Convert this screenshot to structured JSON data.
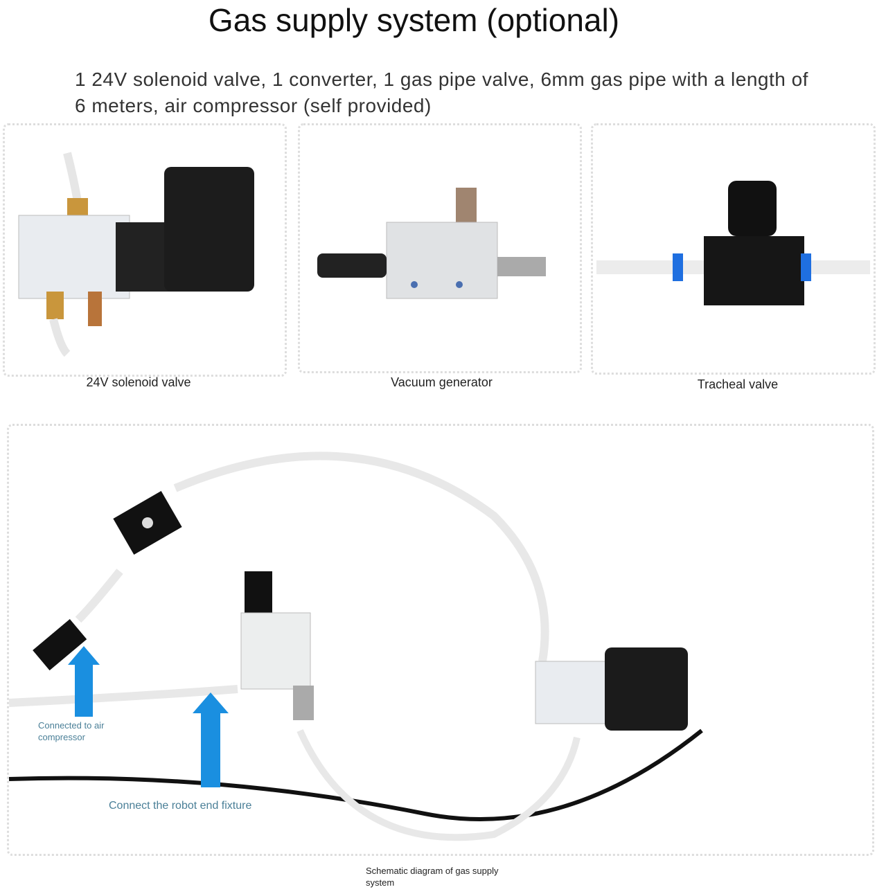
{
  "title": "Gas supply system (optional)",
  "subtitle": "1 24V solenoid valve, 1 converter, 1 gas pipe valve, 6mm gas pipe with a length of 6 meters, air compressor (self provided)",
  "products": [
    {
      "caption": "24V solenoid valve"
    },
    {
      "caption": "Vacuum generator"
    },
    {
      "caption": "Tracheal valve"
    }
  ],
  "schematic": {
    "label_air": "Connected to air compressor",
    "label_fixture": "Connect the robot end fixture",
    "caption": "Schematic diagram of gas supply system"
  },
  "colors": {
    "arrow": "#1a8fe0",
    "fitting": "#1f6fe0"
  }
}
